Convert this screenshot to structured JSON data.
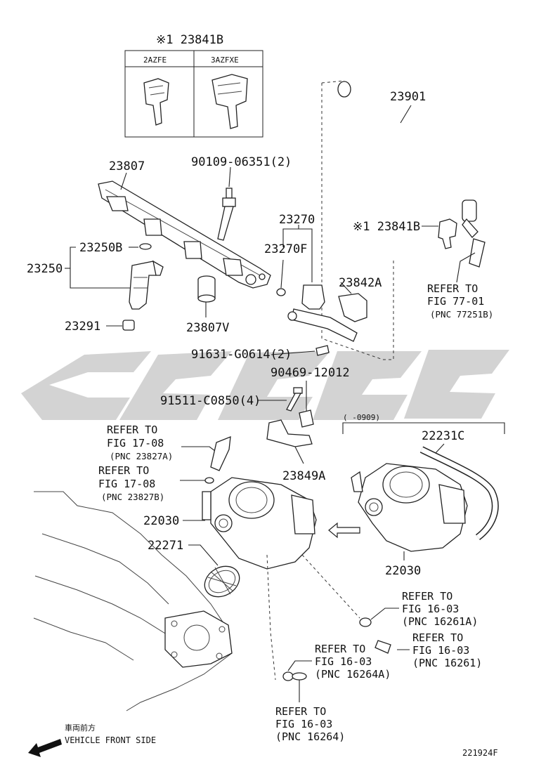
{
  "diagram_id": "221924F",
  "watermark_text": "",
  "inset_box": {
    "title": "※1 23841B",
    "columns": [
      "2AZFE",
      "3AZFXE"
    ]
  },
  "part_labels": {
    "p23901": "23901",
    "p23841b": "※1 23841B",
    "p23807": "23807",
    "p90109": "90109-06351(2)",
    "p23270": "23270",
    "p23270f": "23270F",
    "p23250b": "23250B",
    "p23250": "23250",
    "p23842a": "23842A",
    "p23291": "23291",
    "p23807v": "23807V",
    "p91631": "91631-G0614(2)",
    "p90469": "90469-12012",
    "p91511": "91511-C0850(4)",
    "p23849a": "23849A",
    "p22231c": "22231C",
    "p22030a": "22030",
    "p22030b": "22030",
    "p22271": "22271",
    "range_note": "(     -0909)"
  },
  "references": {
    "r77": {
      "l1": "REFER TO",
      "l2": "FIG 77-01",
      "l3": "(PNC 77251B)"
    },
    "r17a": {
      "l1": "REFER TO",
      "l2": "FIG 17-08",
      "l3": "(PNC 23827A)"
    },
    "r17b": {
      "l1": "REFER TO",
      "l2": "FIG 17-08",
      "l3": "(PNC 23827B)"
    },
    "r16a": {
      "l1": "REFER TO",
      "l2": "FIG 16-03",
      "l3": "(PNC 16261A)"
    },
    "r16b": {
      "l1": "REFER TO",
      "l2": "FIG 16-03",
      "l3": "(PNC 16261)"
    },
    "r16c": {
      "l1": "REFER TO",
      "l2": "FIG 16-03",
      "l3": "(PNC 16264A)"
    },
    "r16d": {
      "l1": "REFER TO",
      "l2": "FIG 16-03",
      "l3": "(PNC 16264)"
    }
  },
  "front_note": {
    "jp": "車両前方",
    "en": "VEHICLE FRONT SIDE"
  }
}
